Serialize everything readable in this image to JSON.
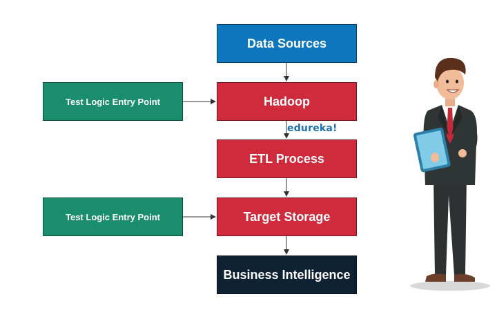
{
  "diagram": {
    "main_flow": [
      {
        "label": "Data Sources",
        "color": "#0e76bc"
      },
      {
        "label": "Hadoop",
        "color": "#cf2b3c"
      },
      {
        "label": "ETL Process",
        "color": "#cf2b3c"
      },
      {
        "label": "Target Storage",
        "color": "#cf2b3c"
      },
      {
        "label": "Business Intelligence",
        "color": "#0f2234"
      }
    ],
    "side_boxes": [
      {
        "label": "Test Logic Entry Point",
        "color": "#198d6c"
      },
      {
        "label": "Test Logic Entry Point",
        "color": "#198d6c"
      }
    ],
    "watermark": "edureka!",
    "illustration": "businessman-holding-tablet-illustration"
  }
}
